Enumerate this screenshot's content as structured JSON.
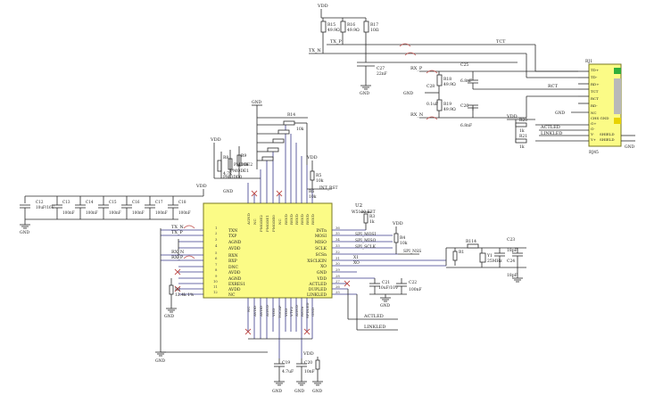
{
  "labels": {
    "vdd": "VDD",
    "gnd": "GND",
    "tx_p": "TX_P",
    "tx_n": "TX_N",
    "rx_p": "RX_P",
    "rx_n": "RX_N",
    "tct": "TCT",
    "rct": "RCT",
    "actled": "ACTLED",
    "linkled": "LINKLED",
    "int_rst": "INT_RST",
    "pmode2": "PMODE2",
    "pmode1": "PMODE1",
    "pmode0": "PMODE0",
    "spi_mosi": "SPI_MOSI",
    "spi_miso": "SPI_MISO",
    "spi_sclk": "SPI_SCLK",
    "spi_nss": "SPI_NSS",
    "x1": "X1",
    "x0": "XO",
    "u2": "U2",
    "u2_part": "W5100 E3T"
  },
  "resistors": {
    "r15": {
      "ref": "R15",
      "val": "49.9Ω"
    },
    "r16": {
      "ref": "R16",
      "val": "49.9Ω"
    },
    "r17": {
      "ref": "R17",
      "val": "10Ω"
    },
    "r18": {
      "ref": "R18",
      "val": "49.9Ω"
    },
    "r19": {
      "ref": "R19",
      "val": "49.9Ω"
    },
    "r14": {
      "ref": "R14",
      "val": "10k"
    },
    "r8": {
      "ref": "R8",
      "val": "4.7k"
    },
    "r9": {
      "ref": "R9",
      "val": "10k"
    },
    "r2": {
      "ref": "R2",
      "val": "12.4k 1%"
    },
    "r3": {
      "ref": "R3",
      "val": "1k"
    },
    "r4": {
      "ref": "R4",
      "val": "10k"
    },
    "r5": {
      "ref": "R5",
      "val": "10k"
    },
    "r6": {
      "ref": "R6",
      "val": "10k"
    },
    "r20": {
      "ref": "R20",
      "val": "1k"
    },
    "r21": {
      "ref": "R21",
      "val": "1k"
    },
    "r114": {
      "ref": "R114",
      "val": ""
    },
    "r1": {
      "ref": "R1",
      "val": ""
    }
  },
  "capacitors": {
    "c12": {
      "ref": "C12",
      "val": "10uF/16V"
    },
    "c13": {
      "ref": "C13",
      "val": "100nF"
    },
    "c14": {
      "ref": "C14",
      "val": "100nF"
    },
    "c15": {
      "ref": "C15",
      "val": "100nF"
    },
    "c16": {
      "ref": "C16",
      "val": "100nF"
    },
    "c17": {
      "ref": "C17",
      "val": "100nF"
    },
    "c18": {
      "ref": "C18",
      "val": "100nF"
    },
    "c19": {
      "ref": "C19",
      "val": "4.7uF"
    },
    "c20": {
      "ref": "C20",
      "val": "10nF"
    },
    "c21": {
      "ref": "C21",
      "val": "10uF/10V"
    },
    "c22": {
      "ref": "C22",
      "val": "100nF"
    },
    "c23": {
      "ref": "C23",
      "val": "18pF"
    },
    "c24": {
      "ref": "C24",
      "val": "18pF"
    },
    "c25": {
      "ref": "C25",
      "val": "6.8nF"
    },
    "c26": {
      "ref": "C26",
      "val": "6.8nF"
    },
    "c27": {
      "ref": "C27",
      "val": "22nF"
    },
    "c28": {
      "ref": "C28",
      "val": "0.1uF"
    }
  },
  "crystal": {
    "ref": "Y1",
    "val": "25MHz"
  },
  "rj45": {
    "ref": "RJ1",
    "part": "RJ45",
    "pins": [
      "TD+",
      "TD-",
      "RD+",
      "TCT",
      "RCT",
      "RD-",
      "NC",
      "CHS GND"
    ],
    "led_pins": [
      "G+",
      "G-",
      "Y-",
      "Y+"
    ],
    "shield": [
      "SHIELD",
      "SHIELD"
    ]
  },
  "chip": {
    "left_pins": [
      "TXN",
      "TXP",
      "AGND",
      "AVDD",
      "RXN",
      "RXP",
      "DNC",
      "AVDD",
      "AGND",
      "EXRES1",
      "AVDD",
      "NC"
    ],
    "left_numbers": [
      "1",
      "2",
      "3",
      "4",
      "5",
      "6",
      "7",
      "8",
      "9",
      "10",
      "11",
      "12"
    ],
    "right_pins": [
      "INTn",
      "MOSI",
      "MISO",
      "SCLK",
      "SCSn",
      "XSCLKIN",
      "XO",
      "GND",
      "VDD",
      "ACTLED",
      "DUPLED",
      "LINKLED"
    ],
    "right_numbers": [
      "36",
      "35",
      "34",
      "33",
      "32",
      "31",
      "30",
      "29",
      "28",
      "27",
      "26",
      "25"
    ],
    "top_pins": [
      "AGND",
      "NC",
      "PMODE2",
      "PMODE1",
      "PMODE0",
      "NC",
      "RSVD",
      "RSVD",
      "RSVD",
      "RSVD",
      "RSVD",
      "RSVD"
    ],
    "bottom_pins": [
      "NC",
      "AVDD",
      "AVDD",
      "AGND",
      "VDD",
      "TOCAP",
      "VDD",
      "V1V2",
      "AGND",
      "RSTn",
      "SPDLED",
      "GND"
    ]
  }
}
